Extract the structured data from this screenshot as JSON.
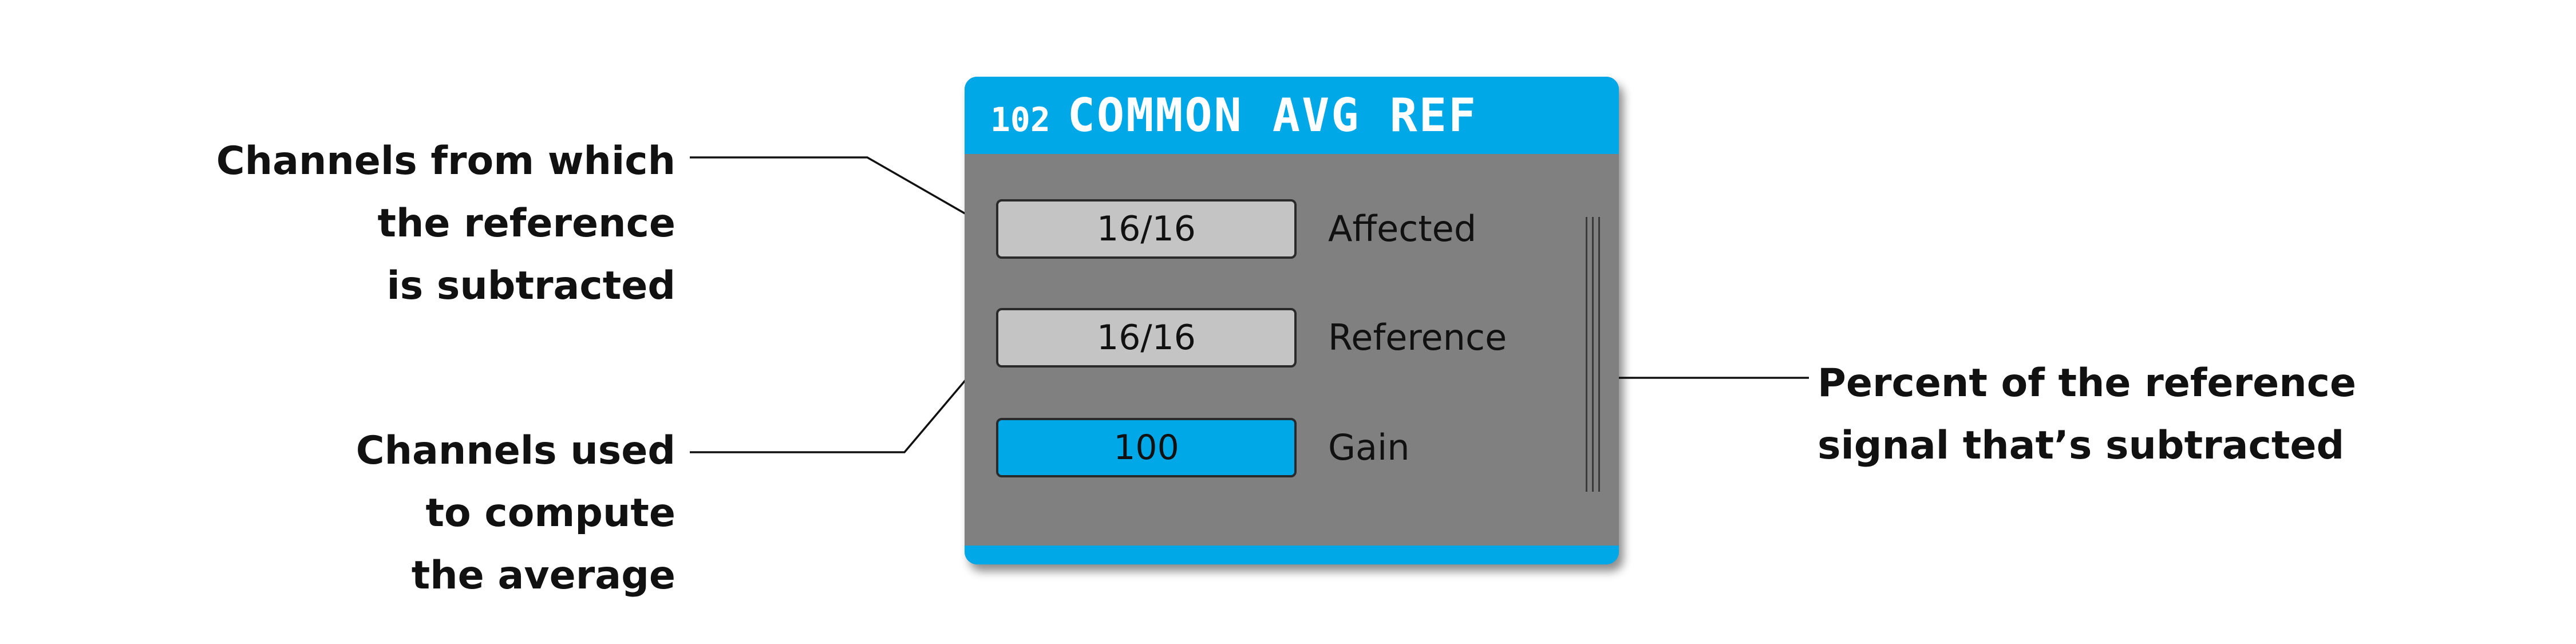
{
  "module": {
    "number": "102",
    "name": "COMMON AVG REF",
    "colors": {
      "header": "#00a8e8",
      "body": "#808080",
      "field": "#c4c4c4",
      "active_field": "#00a8e8"
    },
    "params": [
      {
        "value": "16/16",
        "label": "Affected"
      },
      {
        "value": "16/16",
        "label": "Reference"
      },
      {
        "value": "100",
        "label": "Gain"
      }
    ]
  },
  "callouts": {
    "affected": [
      "Channels from which",
      "the reference",
      "is subtracted"
    ],
    "reference": [
      "Channels used",
      "to compute",
      "the average"
    ],
    "gain": [
      "Percent of the reference",
      "signal that’s subtracted"
    ]
  }
}
